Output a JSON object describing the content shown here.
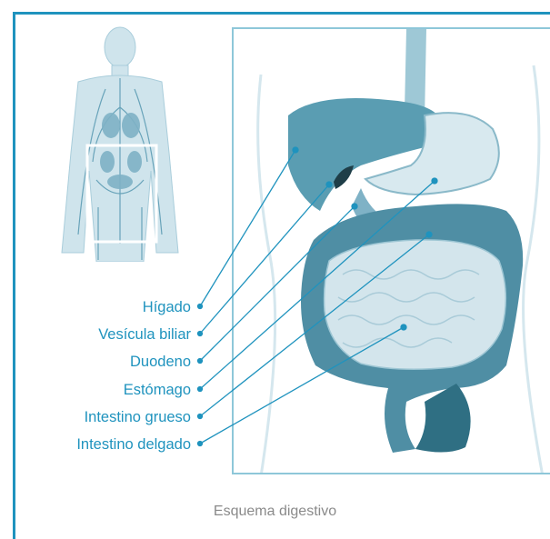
{
  "labels": {
    "liver": "Hígado",
    "gallbladder": "Vesícula biliar",
    "duodenum": "Duodeno",
    "stomach": "Estómago",
    "large_intestine": "Intestino grueso",
    "small_intestine": "Intestino delgado"
  },
  "caption": "Esquema digestivo",
  "colors": {
    "accent": "#1f93be",
    "organ_dark": "#2f6f83",
    "organ_mid": "#5a9db2",
    "organ_light": "#cfe3ea",
    "caption_text": "#8a8a8a"
  }
}
